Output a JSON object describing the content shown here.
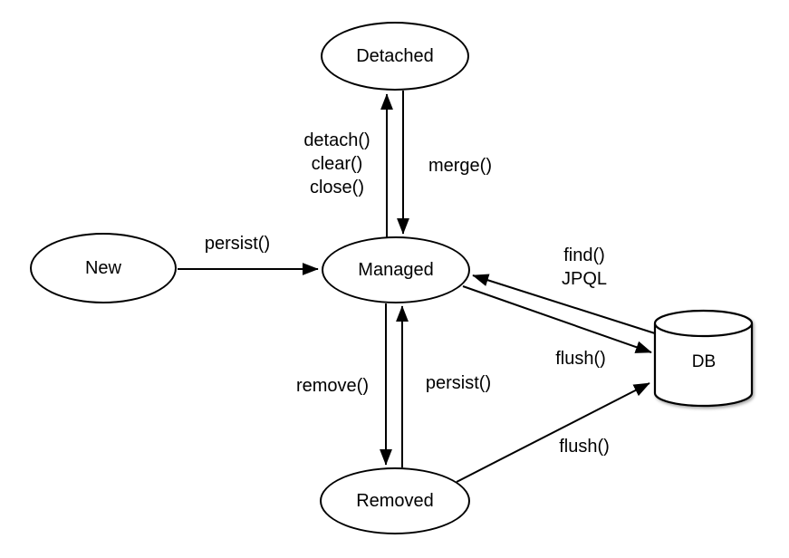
{
  "diagram": {
    "background_color": "#ffffff",
    "stroke_color": "#000000",
    "text_color": "#000000",
    "nodes": {
      "detached": {
        "label": "Detached"
      },
      "new": {
        "label": "New"
      },
      "managed": {
        "label": "Managed"
      },
      "removed": {
        "label": "Removed"
      },
      "db": {
        "label": "DB"
      }
    },
    "edge_labels": {
      "persist_new_to_managed": "persist()",
      "detach": "detach()",
      "clear": "clear()",
      "close": "close()",
      "merge": "merge()",
      "find": "find()",
      "jpql": "JPQL",
      "flush_managed_to_db": "flush()",
      "remove": "remove()",
      "persist_removed_to_managed": "persist()",
      "flush_removed_to_db": "flush()"
    }
  }
}
